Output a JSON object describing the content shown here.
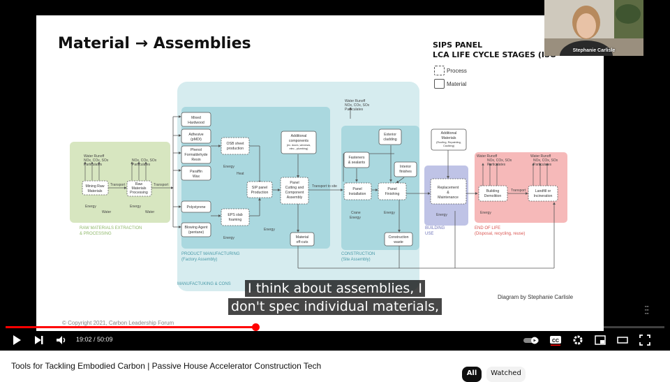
{
  "slide": {
    "title": "Material → Assemblies",
    "panel_title_1": "SIPS PANEL",
    "panel_title_2": "LCA LIFE CYCLE STAGES (ISO",
    "legend_process": "Process",
    "legend_material": "Material",
    "credit": "Diagram by Stephanie Carlisle",
    "copyright": "© Copyright 2021, Carbon Leadership Forum"
  },
  "diagram": {
    "raw_label_1": "RAW MATERIALS EXTRACTION",
    "raw_label_2": "& PROCESSING",
    "product_label_1": "PRODUCT MANUFACTURING",
    "product_label_2": "(Factory Assembly)",
    "mfg_label": "MANUFACTUKING & CONS",
    "construction_label_1": "CONSTRUCTION",
    "construction_label_2": "(Site Assembly)",
    "use_label_1": "BUILDING",
    "use_label_2": "USE",
    "eol_label_1": "END OF LIFE",
    "eol_label_2": "(Disposal, recycling, reuse)",
    "water_runoff": "Water Runoff",
    "emissions": "NOx, COx, SOx",
    "particulates": "Particulates",
    "energy": "Energy",
    "water": "Water",
    "heat": "Heat",
    "transport": "Transport",
    "transport_to_site": "Transport to site",
    "mining": [
      "Mining Raw",
      "Materials"
    ],
    "raw_processing": [
      "Raw",
      "Materials",
      "Processing"
    ],
    "mixed_hardwood": [
      "Mixed",
      "Hardwood"
    ],
    "adhesive": [
      "Adhesive",
      "(pMDI)"
    ],
    "phenol": [
      "Phenol",
      "Formaldehyde",
      "Resin"
    ],
    "paraffin": [
      "Paraffin",
      "Wax"
    ],
    "polystyrene": [
      "Polystyrene"
    ],
    "blowing_agent": [
      "Blowing Agent",
      "(pentane)"
    ],
    "osb": [
      "OSB sheet",
      "production"
    ],
    "eps": [
      "EPS slab",
      "foaming"
    ],
    "sip": [
      "SIP panel",
      "Production"
    ],
    "additional_components": [
      "Additional",
      "components",
      "(ex. doors, windows,",
      "elec., plumbing)"
    ],
    "panel_cutting": [
      "Panel",
      "Cutting and",
      "Component",
      "Assembly"
    ],
    "material_offcuts": [
      "Material",
      "off-cuts"
    ],
    "fasteners": [
      "Fasteners",
      "& sealants"
    ],
    "exterior_cladding": [
      "Exterior",
      "cladding"
    ],
    "interior_finishes": [
      "Interior",
      "finishes"
    ],
    "panel_installation": [
      "Panel",
      "Installation"
    ],
    "panel_finishing": [
      "Panel",
      "Finishing"
    ],
    "construction_waste": [
      "Construction",
      "waste"
    ],
    "additional_materials": [
      "Additional",
      "Materials",
      "(Roofing, Repainting,",
      "Caulking)"
    ],
    "replacement": [
      "Replacement",
      "&",
      "Maintenance"
    ],
    "demolition": [
      "Building",
      "Demolition"
    ],
    "landfill": [
      "Landfill or",
      "Incineration"
    ],
    "crane_energy": [
      "Crane",
      "Energy"
    ]
  },
  "speaker": {
    "name": "Stephanie Carlisle"
  },
  "captions": [
    "I think about assemblies, I",
    "don't spec individual materials,"
  ],
  "player": {
    "time_display": "19:02 / 50:09",
    "progress_fraction": 0.3795,
    "buffer_fraction": 0.52,
    "accent_color": "#ff0000",
    "icons": [
      "play-icon",
      "next-icon",
      "volume-icon",
      "autoplay-toggle-icon",
      "cc-icon",
      "settings-icon",
      "miniplayer-icon",
      "theater-icon",
      "fullscreen-icon"
    ]
  },
  "video": {
    "title": "Tools for Tackling Embodied Carbon | Passive House Accelerator Construction Tech"
  },
  "chips": [
    "All",
    "Watched"
  ]
}
